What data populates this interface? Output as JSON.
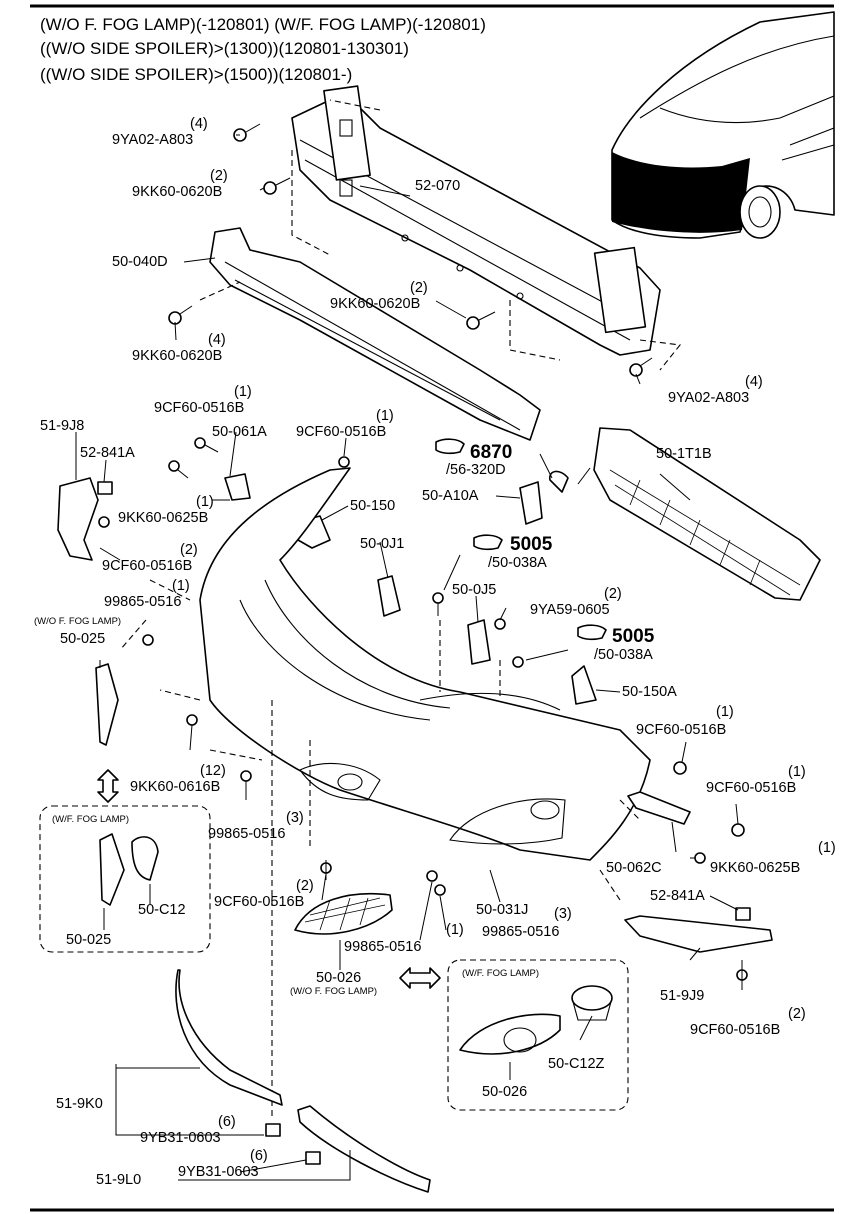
{
  "header": {
    "line1": "(W/O F. FOG LAMP)(-120801)  (W/F. FOG LAMP)(-120801)",
    "line2": "((W/O SIDE SPOILER)>(1300))(120801-130301)",
    "line3": "((W/O SIDE SPOILER)>(1500))(120801-)"
  },
  "labels": {
    "p52070": "52-070",
    "p50040D": "50-040D",
    "q4a": "(4)",
    "p9YA02a": "9YA02-A803",
    "q2a": "(2)",
    "p9KK60a": "9KK60-0620B",
    "q2b": "(2)",
    "p9KK60b": "9KK60-0620B",
    "q4b": "(4)",
    "p9KK60c": "9KK60-0620B",
    "q4c": "(4)",
    "p9YA02b": "9YA02-A803",
    "q1a": "(1)",
    "p9CF60a": "9CF60-0516B",
    "p50061A": "50-061A",
    "q1b": "(1)",
    "p9CF60b": "9CF60-0516B",
    "p519J8": "51-9J8",
    "p52841A": "52-841A",
    "q1c": "(1)",
    "p9KK60_0625a": "9KK60-0625B",
    "p50150": "50-150",
    "p6870": "6870",
    "p56320D": "/56-320D",
    "p50A10A": "50-A10A",
    "p501T1B": "50-1T1B",
    "q2c": "(2)",
    "p9CF60c": "9CF60-0516B",
    "p500J1": "50-0J1",
    "p5005a": "5005",
    "p50038Aa": "/50-038A",
    "q1d": "(1)",
    "p99865a": "99865-0516",
    "p500J5": "50-0J5",
    "q2d": "(2)",
    "p9YA59": "9YA59-0605",
    "p5005b": "5005",
    "p50038Ab": "/50-038A",
    "woFogSmall": "(W/O F. FOG LAMP)",
    "p50025a": "50-025",
    "p50150A": "50-150A",
    "q1e": "(1)",
    "p9CF60d": "9CF60-0516B",
    "q12": "(12)",
    "p9KK60_0616": "9KK60-0616B",
    "q1f": "(1)",
    "p9CF60e": "9CF60-0516B",
    "q3a": "(3)",
    "p99865b": "99865-0516",
    "wFogBox1": "(W/F. FOG LAMP)",
    "p50C12": "50-C12",
    "p50025b": "50-025",
    "q1g": "(1)",
    "p50062C": "50-062C",
    "p9KK60_0625b": "9KK60-0625B",
    "q2e": "(2)",
    "p9CF60f": "9CF60-0516B",
    "p50031J": "50-031J",
    "q3b": "(3)",
    "p99865c": "99865-0516",
    "p99865d": "99865-0516",
    "q1h": "(1)",
    "p52841Ab": "52-841A",
    "p50026a": "50-026",
    "woFogSmall2": "(W/O F. FOG LAMP)",
    "wFogBox2": "(W/F. FOG LAMP)",
    "p519J9": "51-9J9",
    "q2f": "(2)",
    "p9CF60g": "9CF60-0516B",
    "p50C12Z": "50-C12Z",
    "p50026b": "50-026",
    "p519K0": "51-9K0",
    "q6a": "(6)",
    "p9YB31a": "9YB31-0603",
    "q6b": "(6)",
    "p519L0": "51-9L0",
    "p9YB31b": "9YB31-0603"
  }
}
